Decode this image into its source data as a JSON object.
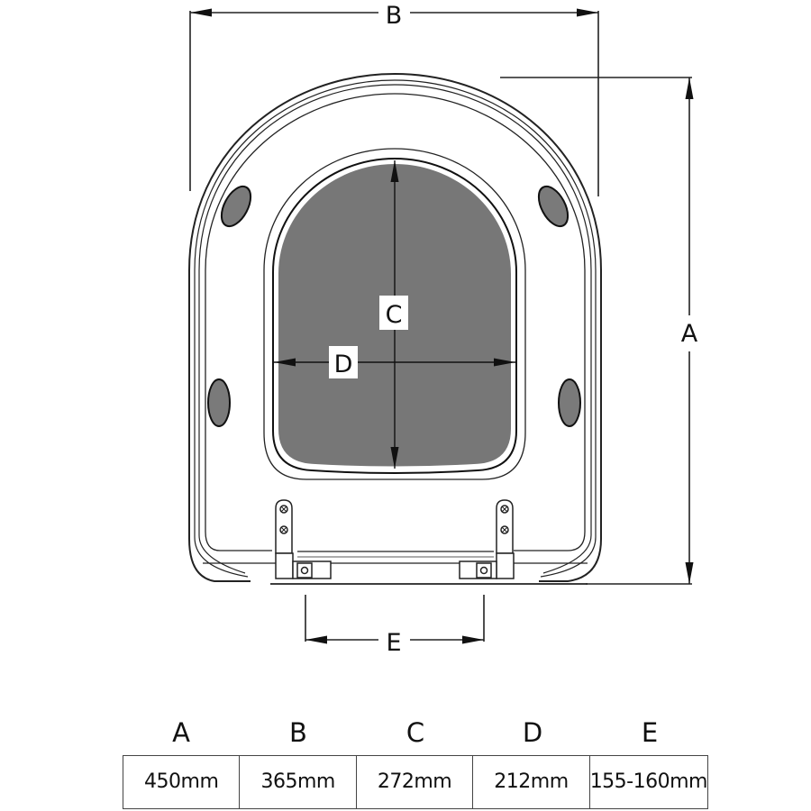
{
  "diagram": {
    "subject": "toilet-seat-top-view",
    "dimension_labels": {
      "A": "A",
      "B": "B",
      "C": "C",
      "D": "D",
      "E": "E"
    },
    "colors": {
      "line": "#222222",
      "aperture_fill": "#777777",
      "bumper_fill": "#7a7a7a",
      "background": "#ffffff"
    }
  },
  "table": {
    "headers": [
      "A",
      "B",
      "C",
      "D",
      "E"
    ],
    "values": [
      "450mm",
      "365mm",
      "272mm",
      "212mm",
      "155-160mm"
    ]
  }
}
